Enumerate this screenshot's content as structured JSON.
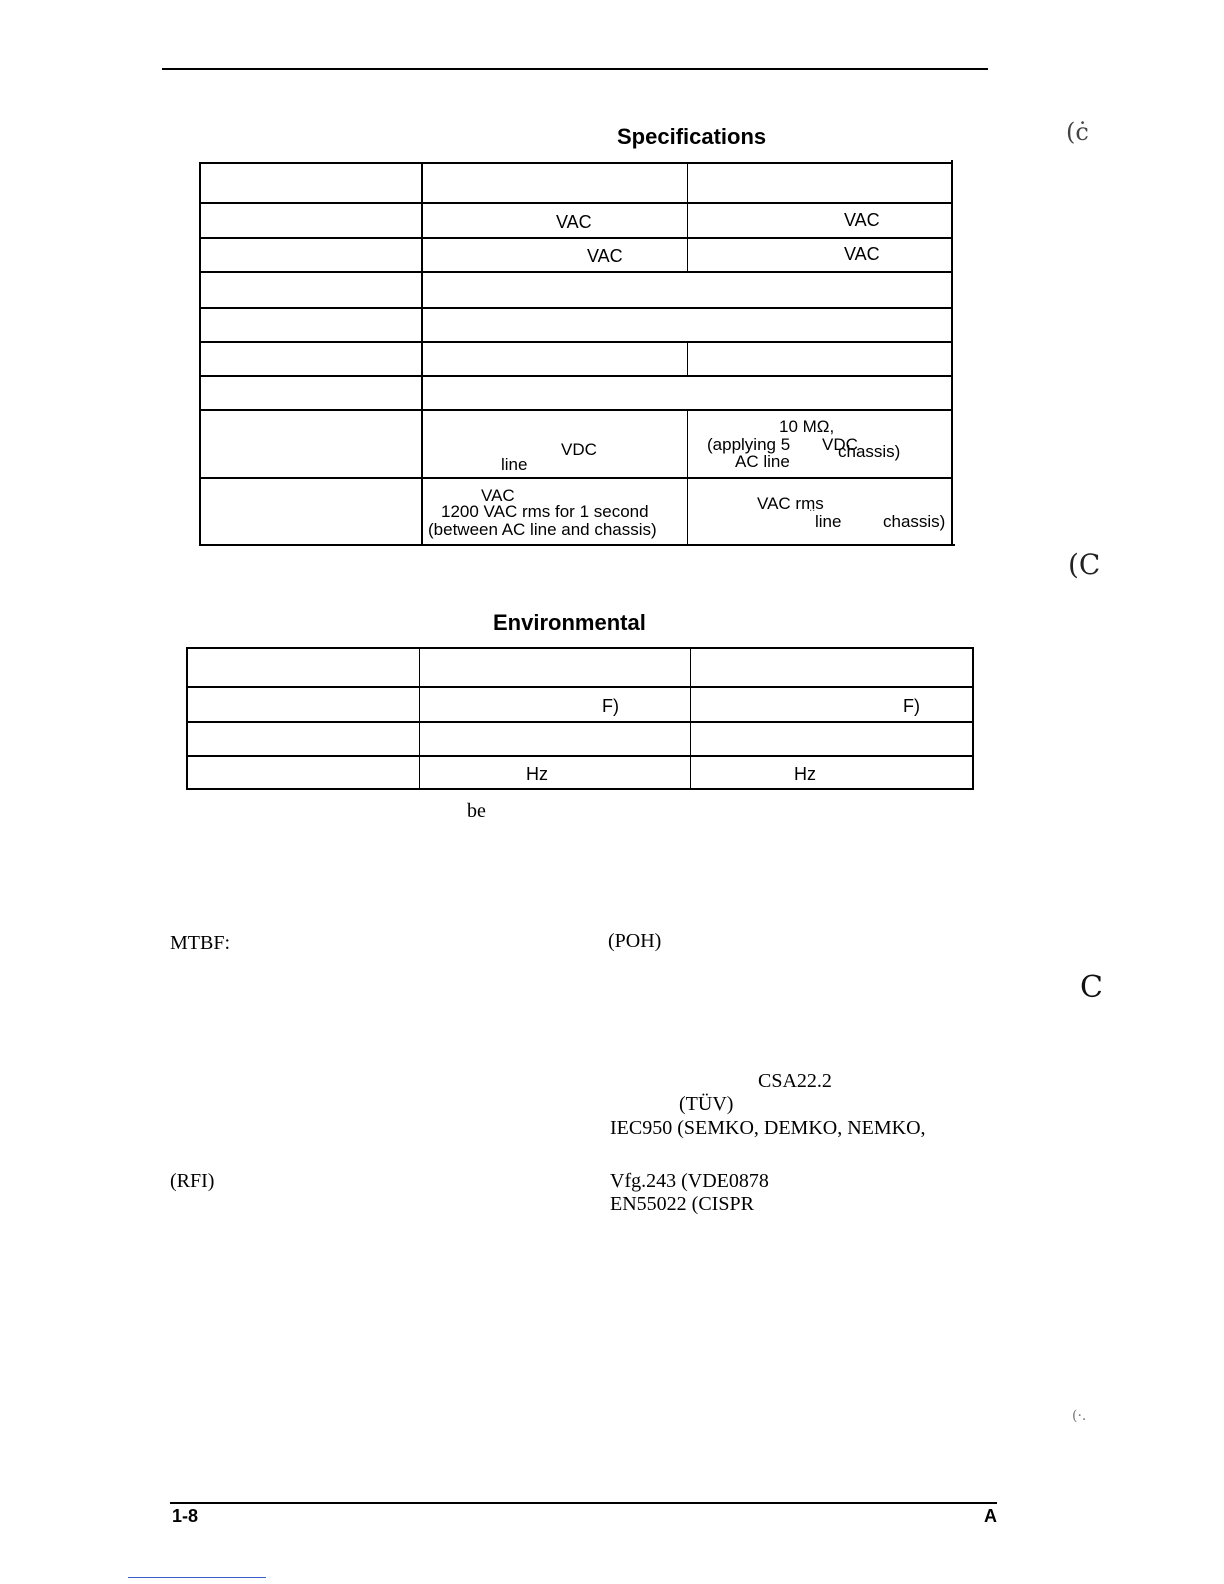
{
  "specifications": {
    "title": "Specifications",
    "rows": [
      {
        "c1": "VAC",
        "c2": "VAC"
      },
      {
        "c1": "VAC",
        "c2": "VAC"
      }
    ],
    "insulation": {
      "left_line1": "VDC",
      "left_line2": "line",
      "right_line1": "10 MΩ,",
      "right_line2": "(applying 5",
      "right_vdc": "VDC",
      "right_chassis": "chassis)",
      "right_line3": "AC line"
    },
    "dielectric": {
      "left_line1": "VAC",
      "left_line2": "1200 VAC rms for 1 second",
      "left_line3": "(between AC line and chassis)",
      "right_line1": "VAC rms",
      "right_line2": "line",
      "right_line3": "chassis)"
    }
  },
  "environmental": {
    "title": "Environmental",
    "rows": [
      {
        "c1": "F)",
        "c2": "F)"
      },
      {
        "c1": "",
        "c2": ""
      },
      {
        "c1": "Hz",
        "c2": "Hz"
      }
    ],
    "note": "be"
  },
  "body": {
    "mtbf_label": "MTBF:",
    "poh": "(POH)",
    "csa": "CSA22.2",
    "tuv": "(TÜV)",
    "iec": "IEC950 (SEMKO, DEMKO, NEMKO,",
    "rfi": "(RFI)",
    "vfg": "Vfg.243 (VDE0878",
    "en": "EN55022 (CISPR"
  },
  "footer": {
    "page_number": "1-8",
    "right_letter": "A"
  }
}
